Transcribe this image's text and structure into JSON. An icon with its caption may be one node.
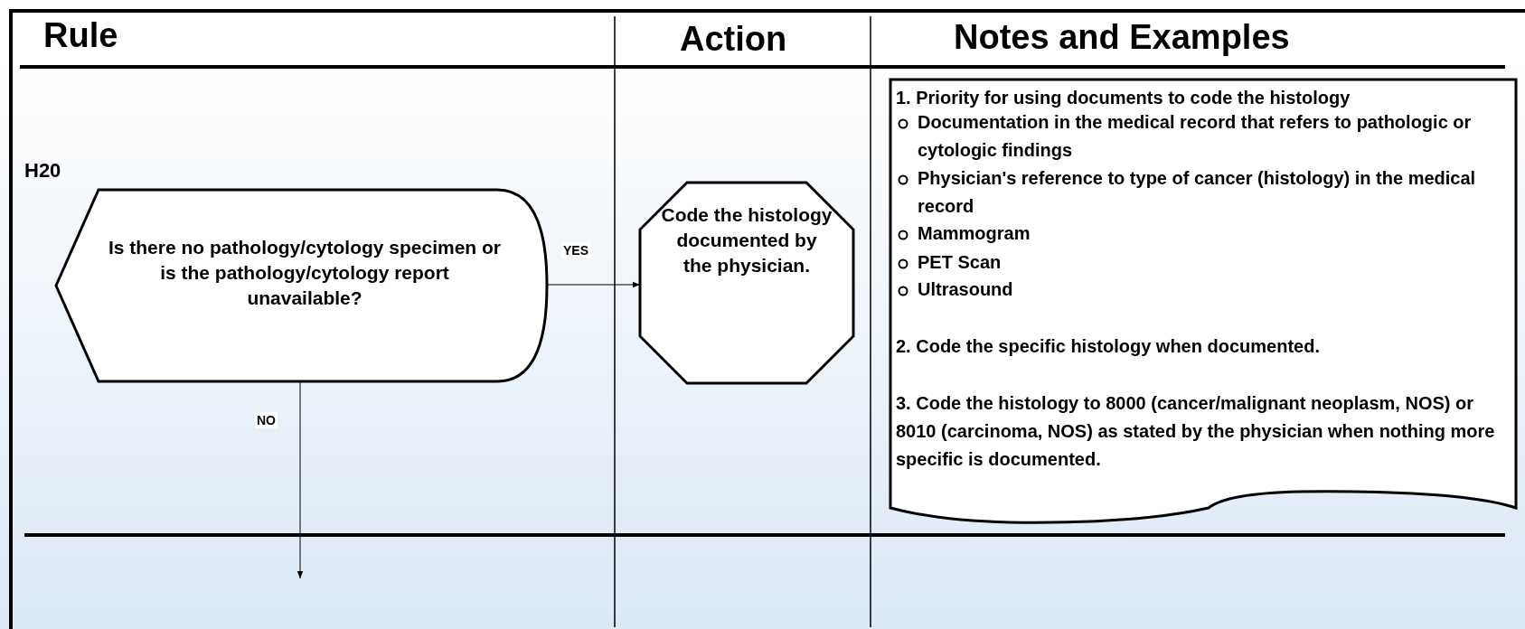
{
  "diagram": {
    "nodes": [
      {
        "text": [
          "Is there no pathology/cytology specimen or is the pathology/cytology report unavailable?"
        ]
      },
      {
        "text": [
          "Code the histology documented by the physician."
        ]
      },
      {
        "text": [
          "1.  Priority for using documents to code the histology",
          "Documentation in the medical record that refers to pathologic or cytologic findings",
          "Physician's reference to type of cancer (histology) in the medical record",
          "Mammogram",
          "PET Scan",
          "Ultrasound",
          "2.  Code the specific histology when documented.",
          "3.  Code the histology to 8000 (cancer/malignant neoplasm, NOS) or 8010 (carcinoma, NOS) as stated by the physician when nothing more specific is documented."
        ]
      }
    ],
    "edges": [
      {
        "from": 0,
        "to": 1,
        "arrow": "to",
        "label": "YES"
      },
      {
        "from": 0,
        "to": null,
        "arrow": "to",
        "label": "NO"
      }
    ],
    "labels": [
      "Rule",
      "Action",
      "Notes and Examples",
      "H20"
    ]
  }
}
